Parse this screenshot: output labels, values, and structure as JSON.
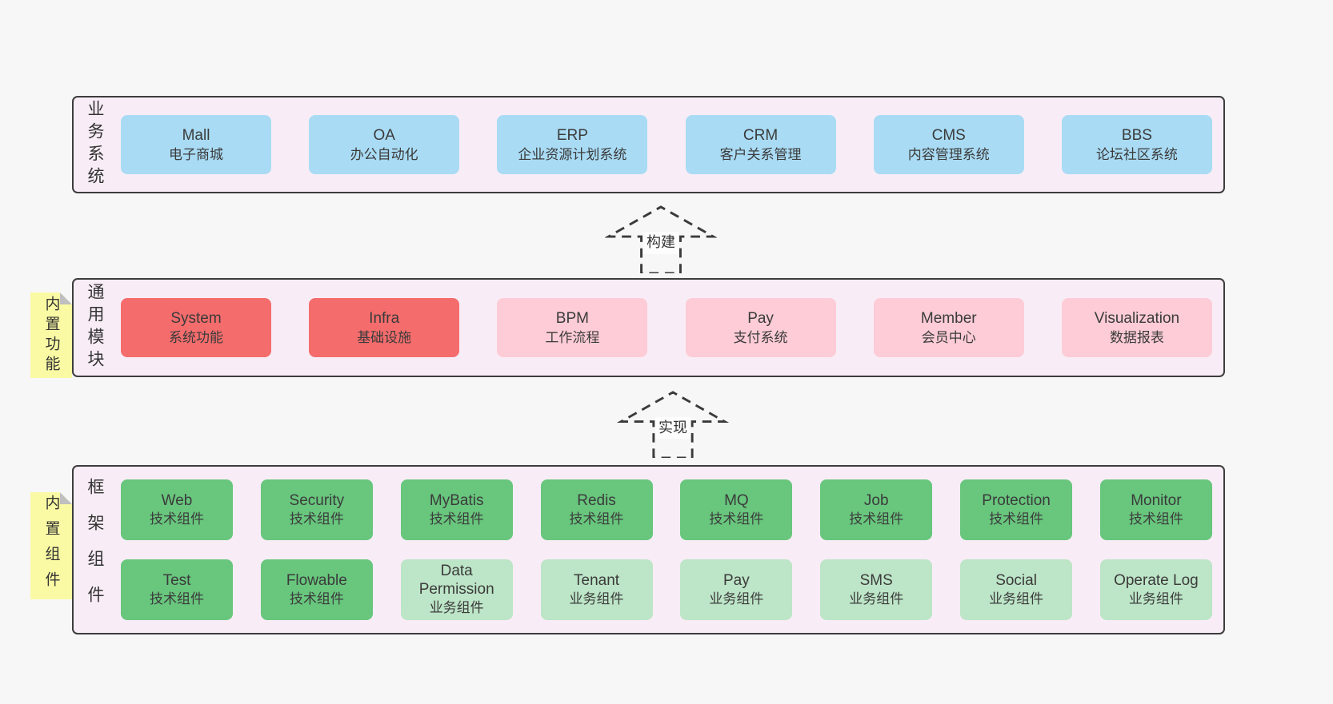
{
  "colors": {
    "page_bg": "#f7f7f7",
    "panel_bg": "#f8edf6",
    "panel_border": "#3d3d3d",
    "blue_box": "#a9dbf4",
    "red_box": "#f56c6c",
    "pink_box": "#fdccd6",
    "green_box": "#68c67d",
    "light_green_box": "#bde5c7",
    "note_yellow": "#fafaa4",
    "text": "#3b3b3b"
  },
  "section_business": {
    "label": "业务系统",
    "items": [
      {
        "name": "Mall",
        "desc": "电子商城",
        "variant": "blue"
      },
      {
        "name": "OA",
        "desc": "办公自动化",
        "variant": "blue"
      },
      {
        "name": "ERP",
        "desc": "企业资源计划系统",
        "variant": "blue"
      },
      {
        "name": "CRM",
        "desc": "客户关系管理",
        "variant": "blue"
      },
      {
        "name": "CMS",
        "desc": "内容管理系统",
        "variant": "blue"
      },
      {
        "name": "BBS",
        "desc": "论坛社区系统",
        "variant": "blue"
      }
    ]
  },
  "arrow_build": {
    "label": "构建"
  },
  "section_modules": {
    "label": "通用模块",
    "note": "内置功能",
    "items": [
      {
        "name": "System",
        "desc": "系统功能",
        "variant": "red"
      },
      {
        "name": "Infra",
        "desc": "基础设施",
        "variant": "red"
      },
      {
        "name": "BPM",
        "desc": "工作流程",
        "variant": "pink"
      },
      {
        "name": "Pay",
        "desc": "支付系统",
        "variant": "pink"
      },
      {
        "name": "Member",
        "desc": "会员中心",
        "variant": "pink"
      },
      {
        "name": "Visualization",
        "desc": "数据报表",
        "variant": "pink"
      }
    ]
  },
  "arrow_implement": {
    "label": "实现"
  },
  "section_components": {
    "label": "框架组件",
    "note": "内置组件",
    "row1": [
      {
        "name": "Web",
        "desc": "技术组件",
        "variant": "green"
      },
      {
        "name": "Security",
        "desc": "技术组件",
        "variant": "green"
      },
      {
        "name": "MyBatis",
        "desc": "技术组件",
        "variant": "green"
      },
      {
        "name": "Redis",
        "desc": "技术组件",
        "variant": "green"
      },
      {
        "name": "MQ",
        "desc": "技术组件",
        "variant": "green"
      },
      {
        "name": "Job",
        "desc": "技术组件",
        "variant": "green"
      },
      {
        "name": "Protection",
        "desc": "技术组件",
        "variant": "green"
      },
      {
        "name": "Monitor",
        "desc": "技术组件",
        "variant": "green"
      }
    ],
    "row2": [
      {
        "name": "Test",
        "desc": "技术组件",
        "variant": "green"
      },
      {
        "name": "Flowable",
        "desc": "技术组件",
        "variant": "green"
      },
      {
        "name": "Data Permission",
        "desc": "业务组件",
        "variant": "light-green"
      },
      {
        "name": "Tenant",
        "desc": "业务组件",
        "variant": "light-green"
      },
      {
        "name": "Pay",
        "desc": "业务组件",
        "variant": "light-green"
      },
      {
        "name": "SMS",
        "desc": "业务组件",
        "variant": "light-green"
      },
      {
        "name": "Social",
        "desc": "业务组件",
        "variant": "light-green"
      },
      {
        "name": "Operate Log",
        "desc": "业务组件",
        "variant": "light-green"
      }
    ]
  }
}
